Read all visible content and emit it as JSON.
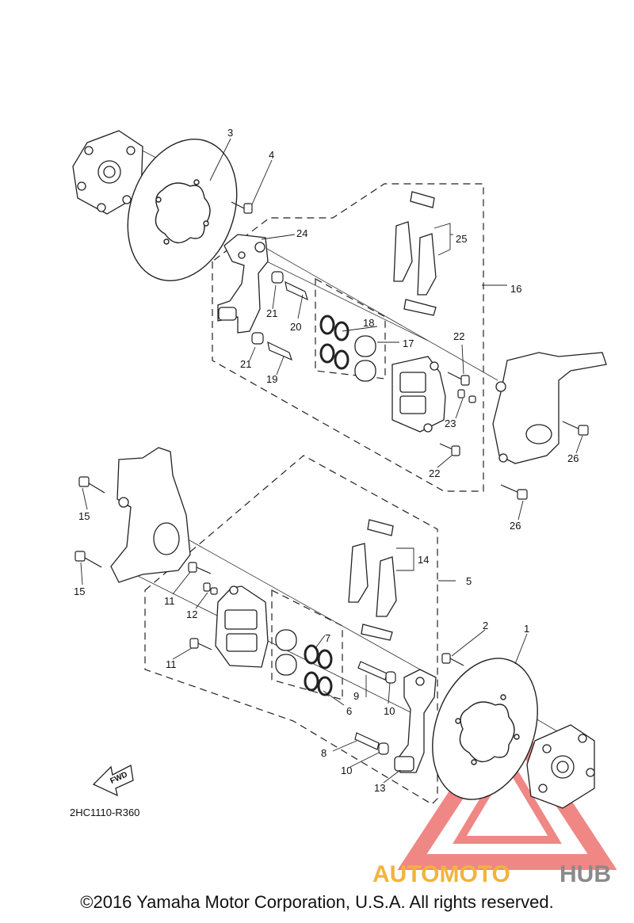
{
  "diagram_code": "2HC1110-R360",
  "fwd_label": "FWD",
  "copyright": "©2016 Yamaha Motor Corporation, U.S.A. All rights reserved.",
  "watermark": {
    "part1": "AUTOMOTO",
    "part2": "HUB",
    "color1": "#f2b33d",
    "color2": "#8a8a8a",
    "triangle_color": "#e53935"
  },
  "callouts": {
    "c1": "1",
    "c2": "2",
    "c3": "3",
    "c4": "4",
    "c5": "5",
    "c6": "6",
    "c7": "7",
    "c8": "8",
    "c9": "9",
    "c10a": "10",
    "c10b": "10",
    "c11a": "11",
    "c11b": "11",
    "c12": "12",
    "c13": "13",
    "c14": "14",
    "c15a": "15",
    "c15b": "15",
    "c16": "16",
    "c17": "17",
    "c18": "18",
    "c19": "19",
    "c20": "20",
    "c21a": "21",
    "c21b": "21",
    "c22a": "22",
    "c22b": "22",
    "c23": "23",
    "c24": "24",
    "c25": "25",
    "c26a": "26",
    "c26b": "26"
  }
}
